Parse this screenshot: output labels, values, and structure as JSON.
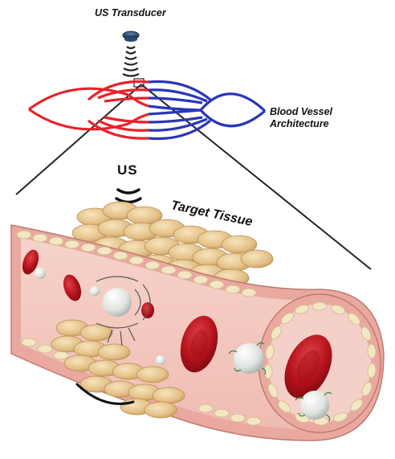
{
  "labels": {
    "transducer": "US Transducer",
    "vessel_line1": "Blood Vessel",
    "vessel_line2": "Architecture",
    "us": "US",
    "target": "Target Tissue"
  },
  "colors": {
    "vessel_red": "#e8222a",
    "vessel_blue": "#2a36b8",
    "tissue_pink": "#f2c7bf",
    "vessel_wall": "#e9a9a0",
    "endothelium": "#f3e6c2",
    "fat_cells": "#e6c48d",
    "rbc": "#b3121a",
    "bubble": "#e8ece8",
    "transducer": "#2f4f7a"
  },
  "icons": [
    "transducer-icon",
    "ultrasound-wave-icon",
    "microbubble-icon",
    "red-blood-cell-icon"
  ]
}
